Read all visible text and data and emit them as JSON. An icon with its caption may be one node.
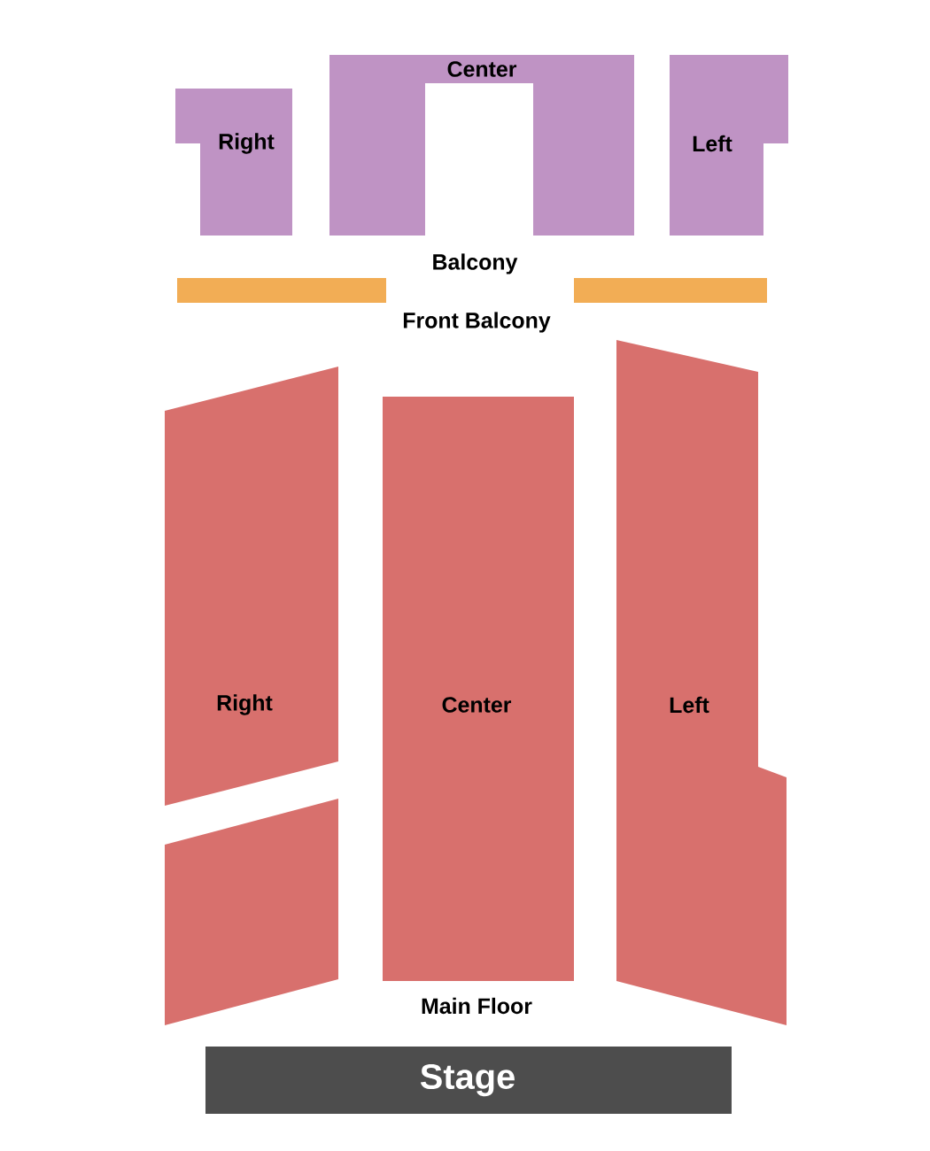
{
  "diagram": {
    "nodes": [
      {
        "text": [
          "Right"
        ]
      },
      {
        "text": [
          "Center"
        ]
      },
      {
        "text": [
          "Left"
        ]
      },
      {
        "text": [],
        "shape": "bar"
      },
      {
        "text": [],
        "shape": "bar"
      },
      {
        "text": [
          "Right"
        ]
      },
      {
        "text": [
          "Center"
        ]
      },
      {
        "text": [
          "Left"
        ]
      },
      {
        "text": [],
        "shape": "parallelogram"
      },
      {
        "text": [
          "Stage"
        ]
      }
    ],
    "labels": [
      "Balcony",
      "Front Balcony",
      "Main Floor"
    ]
  }
}
